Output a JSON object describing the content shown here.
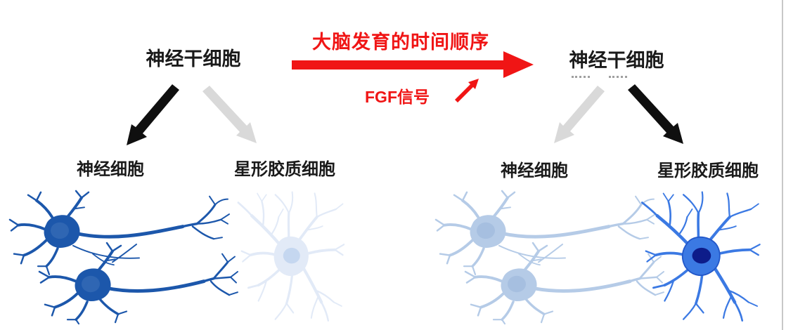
{
  "diagram": {
    "title": "大脑发育的时间顺序",
    "signal_label": "FGF信号"
  },
  "early_stage": {
    "stem_cell_label": "神经干细胞",
    "neuron_label": "神经细胞",
    "astrocyte_label": "星形胶质细胞"
  },
  "late_stage": {
    "stem_cell_label": "神经干细胞",
    "neuron_label": "神经细胞",
    "astrocyte_label": "星形胶质细胞"
  },
  "colors": {
    "accent_red": "#f01515",
    "arrow_black": "#0f0f0f",
    "arrow_gray": "#d9d9d9",
    "neuron_active_blue": "#1c57ab",
    "neuron_faded_blue": "#b5cbe7",
    "astrocyte_faded_blue": "#e2eaf7",
    "astrocyte_active_blue": "#3b79e3"
  }
}
